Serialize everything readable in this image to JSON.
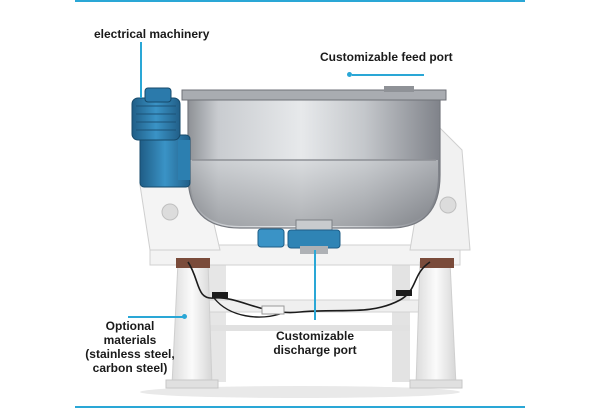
{
  "labels": {
    "motor": "electrical machinery",
    "feed_port": "Customizable feed port",
    "materials": [
      "Optional",
      "materials",
      "(stainless steel,",
      "carbon steel)"
    ],
    "discharge": [
      "Customizable",
      "discharge port"
    ]
  },
  "colors": {
    "accent": "#2aa7d6",
    "text": "#1a1a1a",
    "frame": "#f2f2f2",
    "drum": "#b9bcbf",
    "motor": "#2f84b5"
  }
}
